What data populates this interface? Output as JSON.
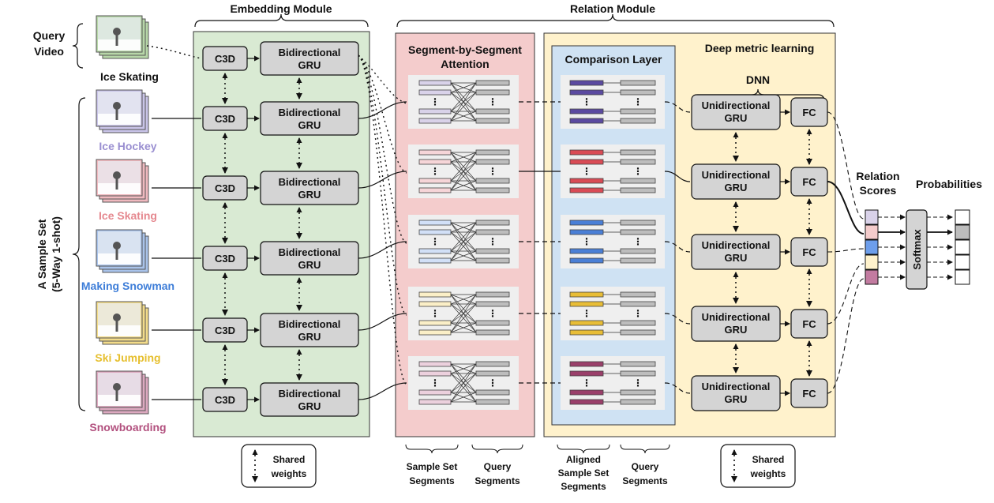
{
  "header": {
    "embedding_module": "Embedding Module",
    "relation_module": "Relation Module"
  },
  "query": {
    "label_line1": "Query",
    "label_line2": "Video",
    "class_name": "Ice Skating",
    "class_color": "#5aaa3c"
  },
  "sample_set": {
    "label_line1": "A Sample Set",
    "label_line2": "(5-Way 1-shot)",
    "classes": [
      {
        "name": "Ice Hockey",
        "color": "#9a8fd1",
        "seg": "#5b4aa0",
        "seg_light": "#d7d2ef",
        "photo": "#c9c4e8"
      },
      {
        "name": "Ice Skating",
        "color": "#e5888f",
        "seg": "#d94b55",
        "seg_light": "#f6d5d8",
        "photo": "#f0b9bf"
      },
      {
        "name": "Making Snowman",
        "color": "#3d7dd8",
        "seg": "#4a7fd6",
        "seg_light": "#d2e0f7",
        "photo": "#a9c3ea"
      },
      {
        "name": "Ski Jumping",
        "color": "#e6bf2e",
        "seg": "#e8bd36",
        "seg_light": "#fbefc7",
        "photo": "#f3dc8a"
      },
      {
        "name": "Snowboarding",
        "color": "#b2507e",
        "seg": "#9a3f6a",
        "seg_light": "#ecd0dd",
        "photo": "#dda9c0"
      }
    ]
  },
  "embedding": {
    "c3d": "C3D",
    "gru_line1": "Bidirectional",
    "gru_line2": "GRU",
    "bg": "#d9ead3",
    "box": "#d4d4d4"
  },
  "attention": {
    "title_line1": "Segment-by-Segment",
    "title_line2": "Attention",
    "bg": "#f4cccc",
    "caption1_line1": "Sample Set",
    "caption1_line2": "Segments",
    "caption2_line1": "Query",
    "caption2_line2": "Segments"
  },
  "comparison": {
    "title": "Comparison Layer",
    "bg": "#cfe2f3",
    "caption1_line1": "Aligned",
    "caption1_line2": "Sample Set",
    "caption1_line3": "Segments",
    "caption2_line1": "Query",
    "caption2_line2": "Segments"
  },
  "metric": {
    "title": "Deep metric learning",
    "dnn": "DNN",
    "gru_line1": "Unidirectional",
    "gru_line2": "GRU",
    "fc": "FC",
    "bg": "#fff2cc"
  },
  "scores": {
    "label_line1": "Relation",
    "label_line2": "Scores",
    "softmax": "Softmax",
    "probabilities": "Probabilities",
    "score_colors": [
      "#d9d2e9",
      "#f4cccc",
      "#6d9eeb",
      "#fff2cc",
      "#c27ba0"
    ],
    "probability_values": [
      0,
      1,
      0,
      0,
      0
    ]
  },
  "legend": {
    "shared_line1": "Shared",
    "shared_line2": "weights"
  }
}
